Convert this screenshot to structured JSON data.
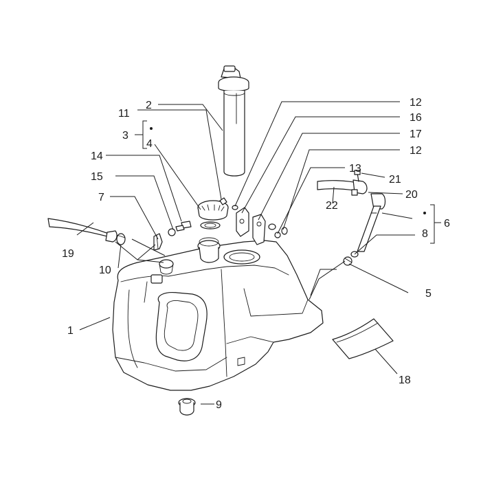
{
  "callouts": {
    "c1": "1",
    "c2": "2",
    "c3": "3",
    "c4": "4",
    "c5": "5",
    "c6": "6",
    "c7": "7",
    "c8": "8",
    "c9": "9",
    "c10": "10",
    "c11": "11",
    "c12a": "12",
    "c12b": "12",
    "c13": "13",
    "c14": "14",
    "c15": "15",
    "c16": "16",
    "c17": "17",
    "c18": "18",
    "c19": "19",
    "c20": "20",
    "c21": "21",
    "c22": "22"
  },
  "colors": {
    "line": "#1a1a1a",
    "background": "#ffffff"
  }
}
